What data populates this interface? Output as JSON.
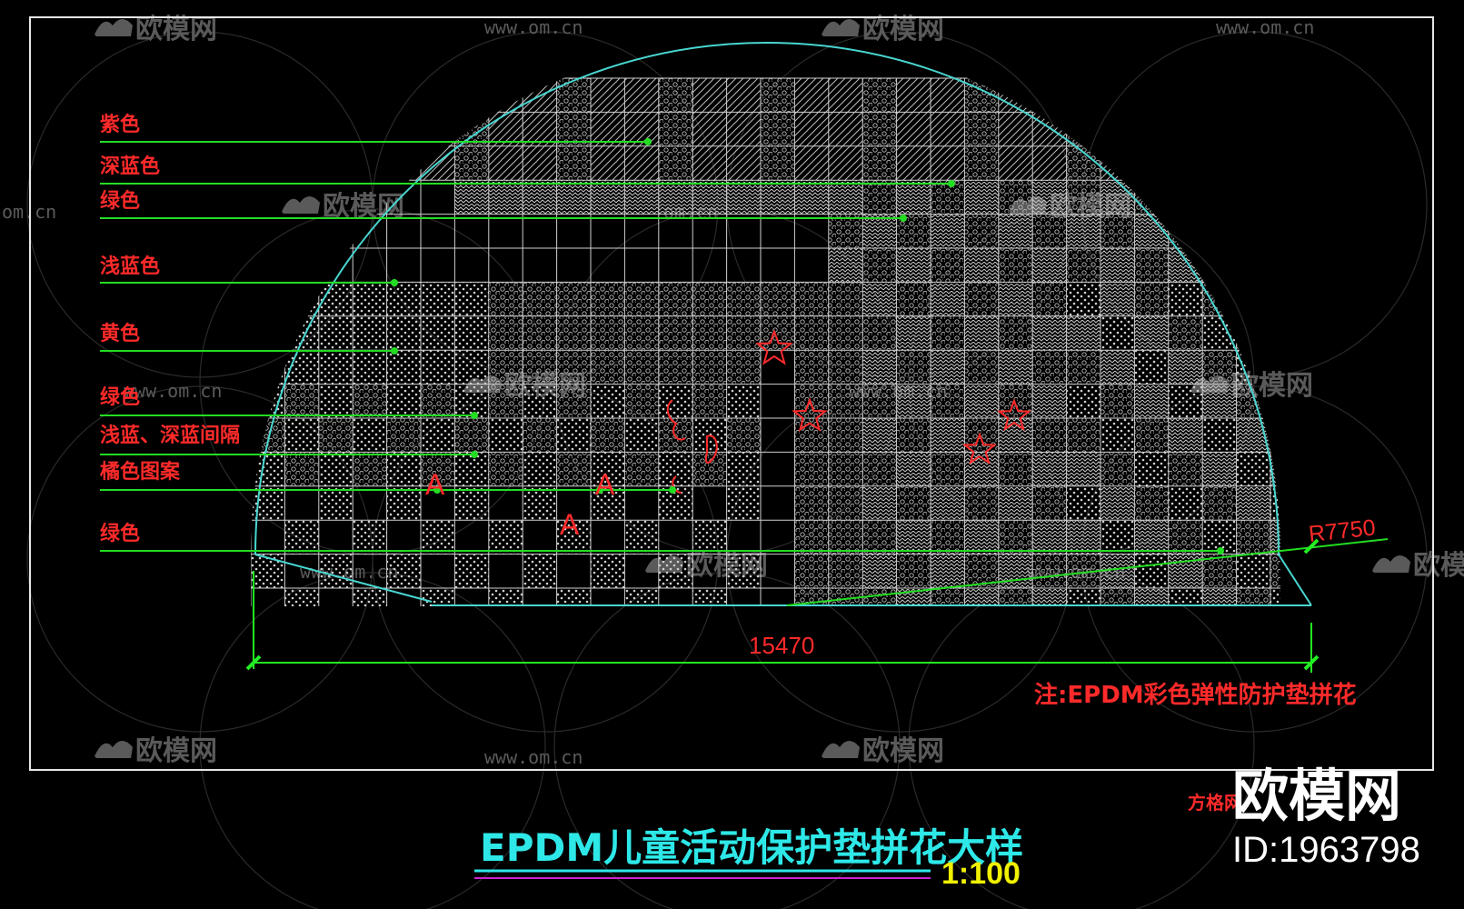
{
  "colors": {
    "background": "#000000",
    "frame": "#e6e6e6",
    "grid": "#cfcfcf",
    "arc": "#48d6d0",
    "leader": "#22dd22",
    "label_red": "#ff2a2a",
    "title_cyan": "#2ee8e8",
    "scale_yellow": "#f0f000",
    "underline_magenta": "#d020d0",
    "dim_green": "#22ee22"
  },
  "legend": [
    {
      "label": "紫色"
    },
    {
      "label": "深蓝色"
    },
    {
      "label": "绿色"
    },
    {
      "label": "浅蓝色"
    },
    {
      "label": "黄色"
    },
    {
      "label": "绿色"
    },
    {
      "label": "浅蓝、深蓝间隔"
    },
    {
      "label": "橘色图案"
    },
    {
      "label": "绿色"
    }
  ],
  "letters": [
    "A",
    "A",
    "A"
  ],
  "dimensions": {
    "radius_label": "R7750",
    "width_label": "15470"
  },
  "note": "注:EPDM彩色弹性防护垫拼花",
  "title": "EPDM儿童活动保护垫拼花大样",
  "scale": "1:100",
  "watermarks": {
    "logo_text": "欧模网",
    "site_text": "www.om.cn",
    "fragment_text": "om.cn",
    "corner_brand": "欧模网",
    "corner_id": "ID:1963798",
    "corner_partial": "方格网"
  }
}
